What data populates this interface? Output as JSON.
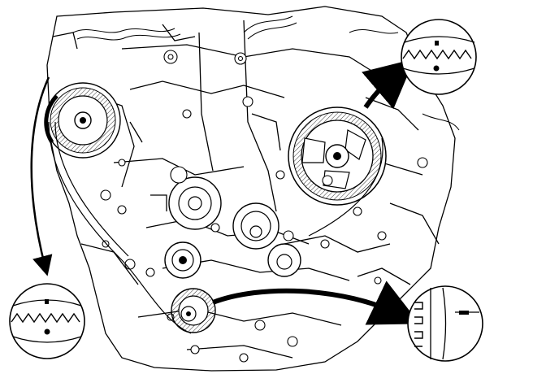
{
  "figure": {
    "background": "#ffffff",
    "ink": "#000000",
    "callouts": [
      {
        "id": "camshaft-left",
        "mark": "timing-mark"
      },
      {
        "id": "camshaft-right",
        "mark": "timing-mark"
      },
      {
        "id": "crankshaft",
        "mark": "timing-mark"
      }
    ]
  }
}
